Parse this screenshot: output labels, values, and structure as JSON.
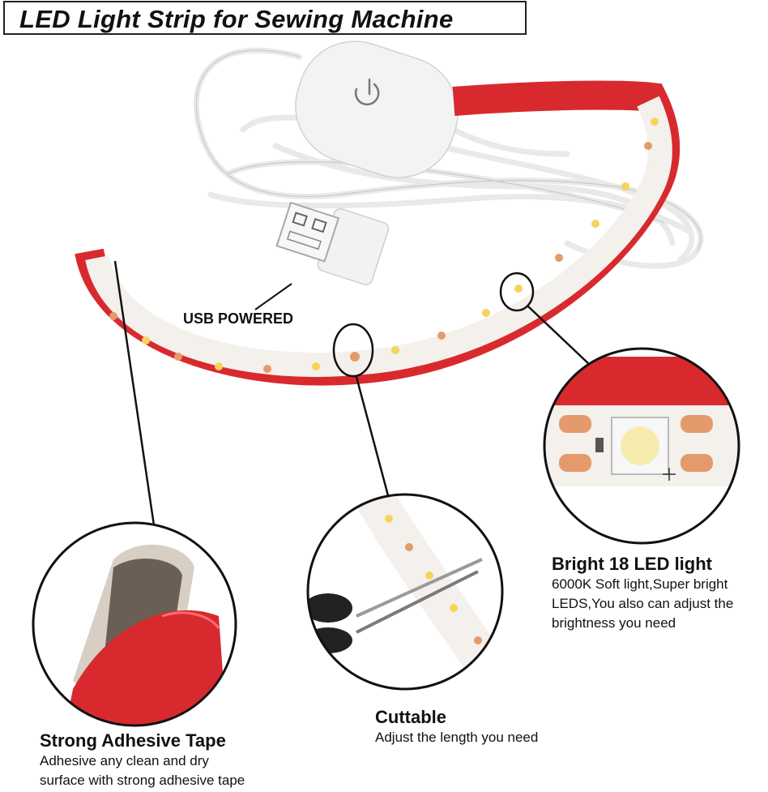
{
  "title": "LED Light Strip for Sewing Machine",
  "labels": {
    "usb": "USB POWERED"
  },
  "features": {
    "bright": {
      "heading": "Bright 18 LED light",
      "lines": [
        "6000K Soft light,Super bright",
        "LEDS,You also can adjust the",
        "brightness you need"
      ]
    },
    "cuttable": {
      "heading": "Cuttable",
      "lines": [
        "Adjust the length you need"
      ]
    },
    "adhesive": {
      "heading": "Strong Adhesive Tape",
      "lines": [
        "Adhesive any clean and dry",
        "surface with strong adhesive tape"
      ]
    }
  },
  "colors": {
    "tape_red": "#d82a2e",
    "strip_white": "#f4f0ec",
    "led_yellow": "#f6d35a",
    "pad_orange": "#e59a6b",
    "outline": "#111111"
  }
}
